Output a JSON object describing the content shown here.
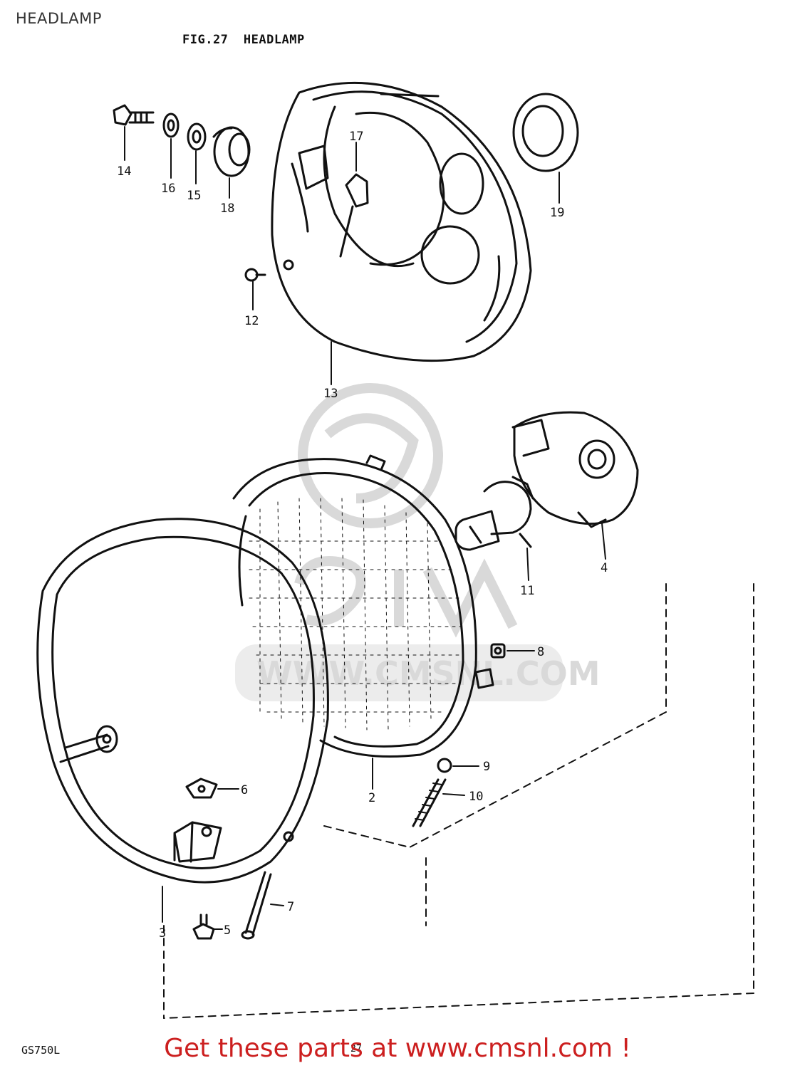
{
  "page_header": "HEADLAMP",
  "figure_title": "FIG.27  HEADLAMP",
  "model_code": "GS750L",
  "page_number": "27",
  "promo_link": "Get these parts at www.cmsnl.com !",
  "watermark": "WWW.CMSNL.COM",
  "callouts": [
    {
      "id": "1",
      "label": "2"
    },
    {
      "id": "2",
      "label": "3"
    },
    {
      "id": "3",
      "label": "4"
    },
    {
      "id": "4",
      "label": "5"
    },
    {
      "id": "5",
      "label": "6"
    },
    {
      "id": "6",
      "label": "7"
    },
    {
      "id": "7",
      "label": "8"
    },
    {
      "id": "8",
      "label": "9"
    },
    {
      "id": "9",
      "label": "10"
    },
    {
      "id": "10",
      "label": "11"
    },
    {
      "id": "11",
      "label": "12"
    },
    {
      "id": "12",
      "label": "13"
    },
    {
      "id": "13",
      "label": "14"
    },
    {
      "id": "14",
      "label": "15"
    },
    {
      "id": "15",
      "label": "16"
    },
    {
      "id": "16",
      "label": "17"
    },
    {
      "id": "17",
      "label": "18"
    },
    {
      "id": "18",
      "label": "19"
    }
  ],
  "colors": {
    "line": "#111111",
    "watermark": "#d9d9d9",
    "promo": "#cc1f1f"
  }
}
